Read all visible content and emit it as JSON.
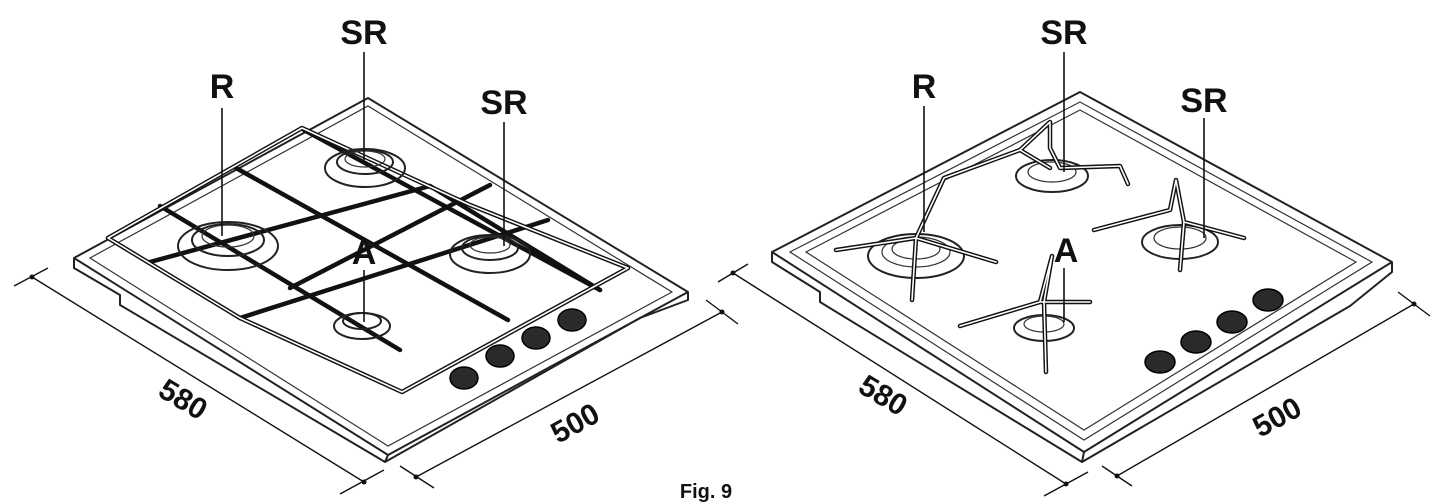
{
  "figure": {
    "caption": "Fig. 9"
  },
  "left_hob": {
    "labels": {
      "rapid": "R",
      "semi_rapid_back": "SR",
      "semi_rapid_right": "SR",
      "auxiliary": "A"
    },
    "dimensions": {
      "depth": "580",
      "width": "500"
    }
  },
  "right_hob": {
    "labels": {
      "rapid": "R",
      "semi_rapid_back": "SR",
      "semi_rapid_right": "SR",
      "auxiliary": "A"
    },
    "dimensions": {
      "depth": "580",
      "width": "500"
    }
  }
}
